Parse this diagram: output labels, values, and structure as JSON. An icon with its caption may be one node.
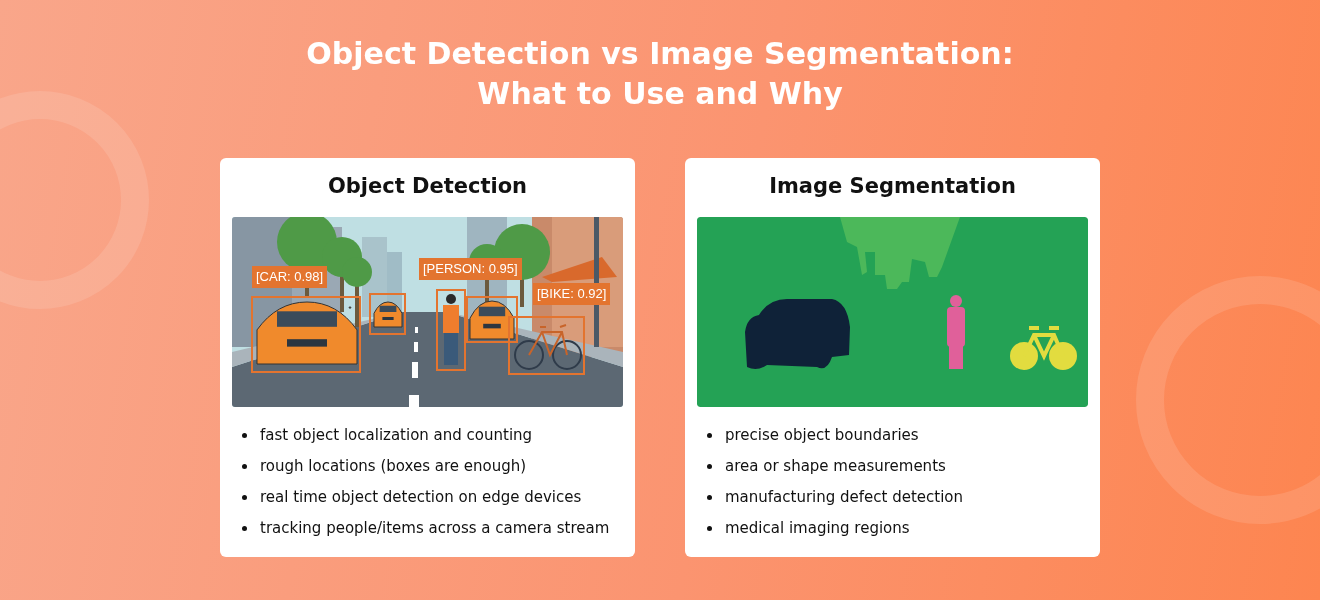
{
  "diagram": {
    "title": "Object Detection vs Image Segmentation: What to Use and Why",
    "nodes": [
      {
        "text": [
          "Object Detection",
          "fast object localization and counting",
          "rough locations (boxes are enough)",
          "real time object detection on edge devices",
          "tracking people/items across a camera stream"
        ]
      },
      {
        "text": [
          "[CAR: 0.98]"
        ],
        "in": 0
      },
      {
        "text": [
          "[PERSON: 0.95]"
        ],
        "in": 0
      },
      {
        "text": [
          "[BIKE: 0.92]"
        ],
        "in": 0
      },
      {
        "text": [
          "Image Segmentation",
          "precise object boundaries",
          "area or shape measurements",
          "manufacturing defect detection",
          "medical imaging regions"
        ]
      }
    ]
  }
}
